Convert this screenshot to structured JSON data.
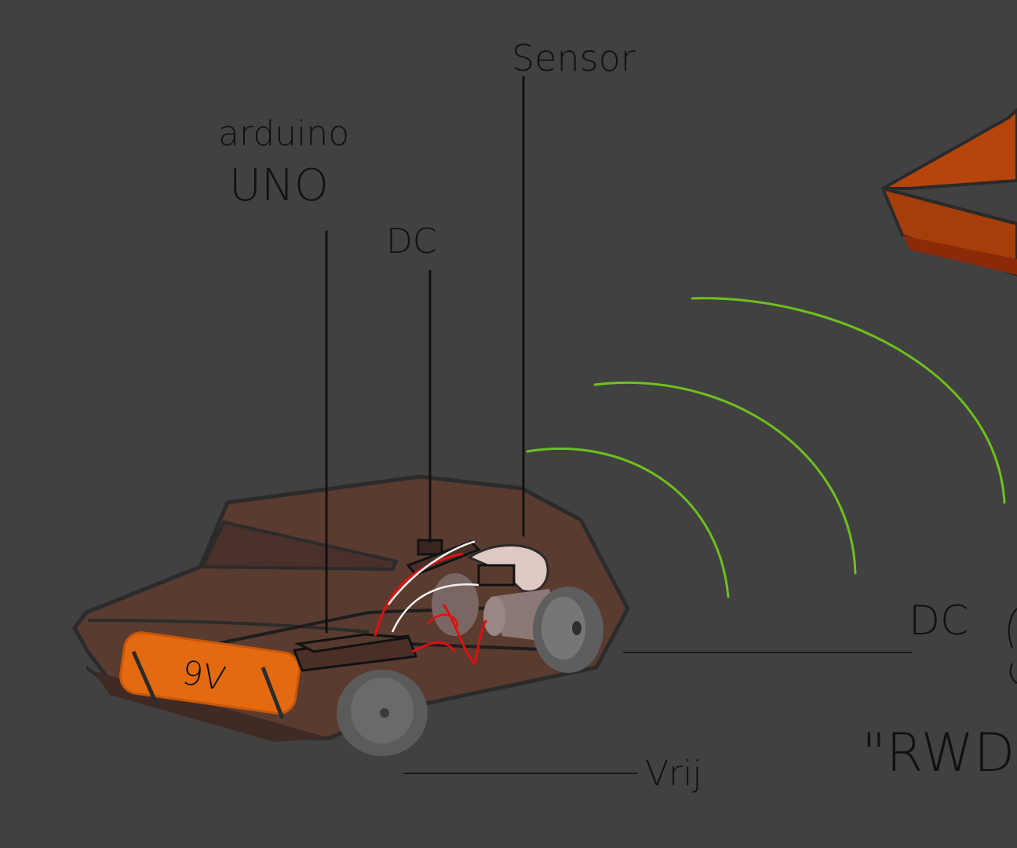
{
  "labels": {
    "sensor": "Sensor",
    "arduino_line1": "arduino",
    "arduino_line2": "UNO",
    "dc_top": "DC",
    "dc_right": "DC",
    "rwd": "\"RWD",
    "vrij": "Vrij",
    "battery_mark": "9V"
  },
  "colors": {
    "background": "#414141",
    "car_body": "#5a3b30",
    "car_outline": "#2b2b2b",
    "battery": "#e36a10",
    "sensor_waves": "#6fc01c",
    "ink": "#111111",
    "wire_red": "#e01010",
    "wire_white": "#f2f2f2",
    "obstacle": "#b5450c"
  }
}
